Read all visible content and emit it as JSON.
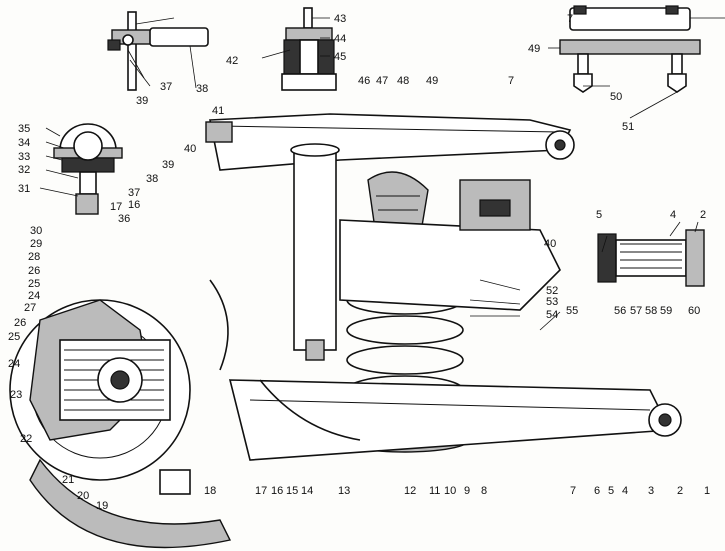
{
  "labels": {
    "l1": "1",
    "l2": "2",
    "l3": "3",
    "l4": "4",
    "l5": "5",
    "l6": "6",
    "l7": "7",
    "l8": "8",
    "l9": "9",
    "l10": "10",
    "l11": "11",
    "l12": "12",
    "l13": "13",
    "l14": "14",
    "l15": "15",
    "l16": "16",
    "l17": "17",
    "l18": "18",
    "l19": "19",
    "l20": "20",
    "l21": "21",
    "l22": "22",
    "l23": "23",
    "l24": "24",
    "l25": "25",
    "l26": "26",
    "l27": "27",
    "l28": "28",
    "l29": "29",
    "l30": "30",
    "l31": "31",
    "l32": "32",
    "l33": "33",
    "l34": "34",
    "l35": "35",
    "l36": "36",
    "l37": "37",
    "l38": "38",
    "l39": "39",
    "l40": "40",
    "l41": "41",
    "l42": "42",
    "l43": "43",
    "l44": "44",
    "l45": "45",
    "l46": "46",
    "l47": "47",
    "l48": "48",
    "l49": "49",
    "l50": "50",
    "l51": "51",
    "l52": "52",
    "l53": "53",
    "l54": "54",
    "l55": "55",
    "l56": "56",
    "l57": "57",
    "l58": "58",
    "l59": "59",
    "l60": "60"
  }
}
